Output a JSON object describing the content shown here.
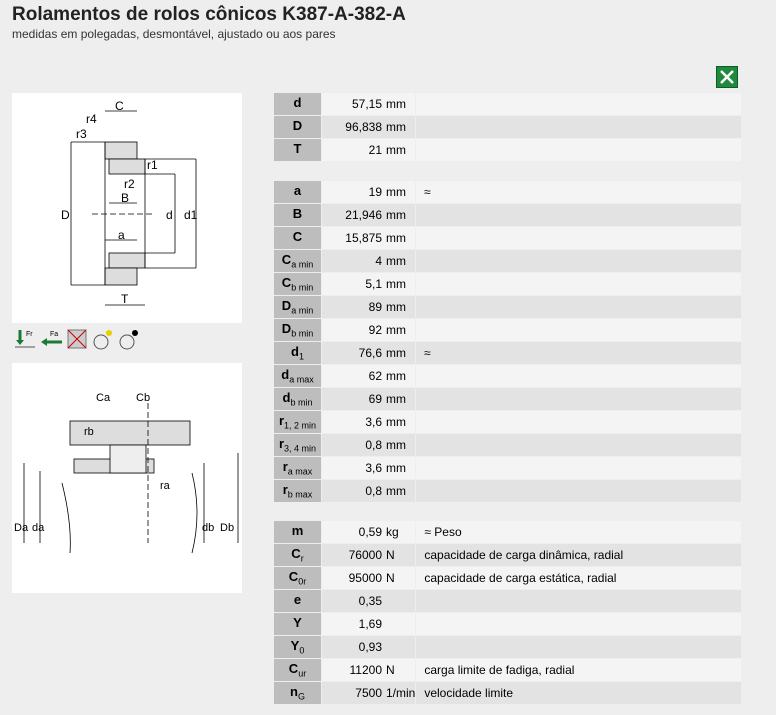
{
  "title": "Rolamentos de rolos cônicos K387-A-382-A",
  "subtitle": "medidas em polegadas, desmontável, ajustado ou aos pares",
  "groups": [
    [
      {
        "l": "d",
        "s": "",
        "v": "57,15",
        "u": "mm",
        "n": ""
      },
      {
        "l": "D",
        "s": "",
        "v": "96,838",
        "u": "mm",
        "n": ""
      },
      {
        "l": "T",
        "s": "",
        "v": "21",
        "u": "mm",
        "n": ""
      }
    ],
    [
      {
        "l": "a",
        "s": "",
        "v": "19",
        "u": "mm",
        "n": "≈"
      },
      {
        "l": "B",
        "s": "",
        "v": "21,946",
        "u": "mm",
        "n": ""
      },
      {
        "l": "C",
        "s": "",
        "v": "15,875",
        "u": "mm",
        "n": ""
      },
      {
        "l": "C",
        "s": "a min",
        "v": "4",
        "u": "mm",
        "n": ""
      },
      {
        "l": "C",
        "s": "b min",
        "v": "5,1",
        "u": "mm",
        "n": ""
      },
      {
        "l": "D",
        "s": "a min",
        "v": "89",
        "u": "mm",
        "n": ""
      },
      {
        "l": "D",
        "s": "b min",
        "v": "92",
        "u": "mm",
        "n": ""
      },
      {
        "l": "d",
        "s": "1",
        "v": "76,6",
        "u": "mm",
        "n": "≈"
      },
      {
        "l": "d",
        "s": "a max",
        "v": "62",
        "u": "mm",
        "n": ""
      },
      {
        "l": "d",
        "s": "b min",
        "v": "69",
        "u": "mm",
        "n": ""
      },
      {
        "l": "r",
        "s": "1, 2 min",
        "v": "3,6",
        "u": "mm",
        "n": ""
      },
      {
        "l": "r",
        "s": "3, 4 min",
        "v": "0,8",
        "u": "mm",
        "n": ""
      },
      {
        "l": "r",
        "s": "a max",
        "v": "3,6",
        "u": "mm",
        "n": ""
      },
      {
        "l": "r",
        "s": "b max",
        "v": "0,8",
        "u": "mm",
        "n": ""
      }
    ],
    [
      {
        "l": "m",
        "s": "",
        "v": "0,59",
        "u": "kg",
        "n": "≈ Peso"
      },
      {
        "l": "C",
        "s": "r",
        "v": "76000",
        "u": "N",
        "n": "capacidade de carga dinâmica, radial"
      },
      {
        "l": "C",
        "s": "0r",
        "v": "95000",
        "u": "N",
        "n": "capacidade de carga estática, radial"
      },
      {
        "l": "e",
        "s": "",
        "v": "0,35",
        "u": "",
        "n": ""
      },
      {
        "l": "Y",
        "s": "",
        "v": "1,69",
        "u": "",
        "n": ""
      },
      {
        "l": "Y",
        "s": "0",
        "v": "0,93",
        "u": "",
        "n": ""
      },
      {
        "l": "C",
        "s": "ur",
        "v": "11200",
        "u": "N",
        "n": "carga limite de fadiga, radial"
      },
      {
        "l": "n",
        "s": "G",
        "v": "7500",
        "u": "1/min",
        "n": "velocidade limite"
      }
    ]
  ],
  "fig1": {
    "C": "C",
    "r4": "r4",
    "r3": "r3",
    "r1": "r1",
    "r2": "r2",
    "B": "B",
    "D": "D",
    "d": "d",
    "d1": "d1",
    "a": "a",
    "T": "T"
  },
  "fig2": {
    "Ca": "Ca",
    "Cb": "Cb",
    "rb": "rb",
    "ra": "ra",
    "Da": "Da",
    "da": "da",
    "db": "db",
    "Db": "Db"
  },
  "icons": {
    "fr": "Fr",
    "fa": "Fa"
  }
}
